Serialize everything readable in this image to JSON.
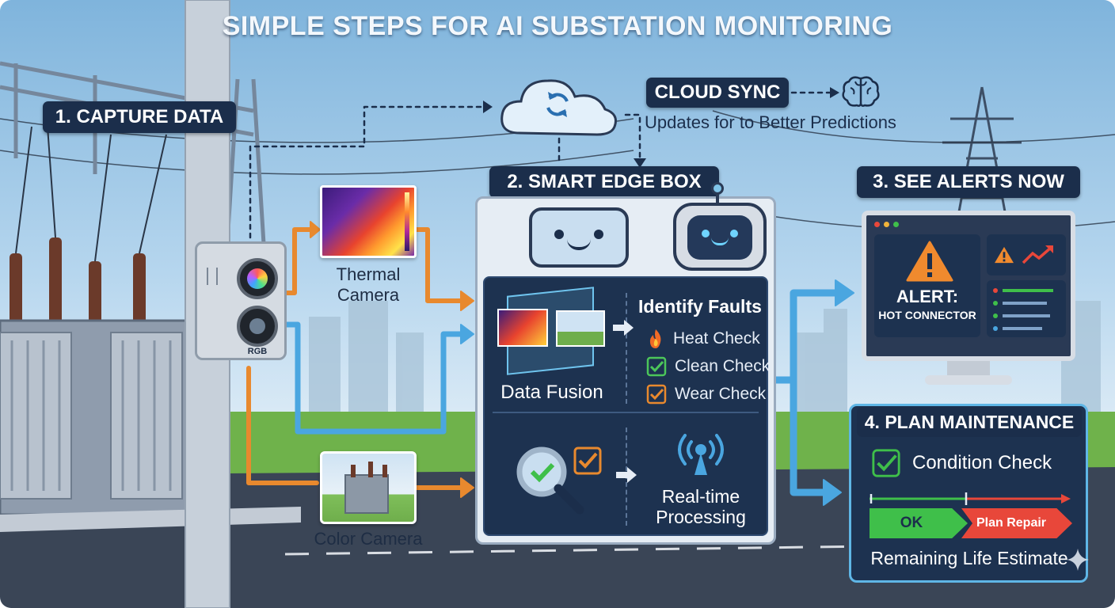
{
  "title": "SIMPLE STEPS FOR AI SUBSTATION MONITORING",
  "colors": {
    "navy": "#1b2e4b",
    "accent_blue": "#4aa6e0",
    "accent_orange": "#e8892e",
    "ok_green": "#3fbf4a",
    "repair_red": "#e8473a"
  },
  "step1": {
    "label": "1. CAPTURE DATA",
    "camera_tag": "RGB",
    "thermal_label_line1": "Thermal",
    "thermal_label_line2": "Camera",
    "color_label": "Color Camera"
  },
  "cloud": {
    "label": "CLOUD SYNC",
    "caption": "Updates for to Better Predictions",
    "icon": "sync-icon",
    "brain_icon": "brain-icon"
  },
  "step2": {
    "label": "2. SMART EDGE BOX",
    "fusion_label": "Data Fusion",
    "faults_title": "Identify Faults",
    "checks": [
      {
        "icon": "flame-icon",
        "label": "Heat Check"
      },
      {
        "icon": "check-icon",
        "label": "Clean Check"
      },
      {
        "icon": "check-icon",
        "label": "Wear Check"
      }
    ],
    "processing_line1": "Real-time",
    "processing_line2": "Processing"
  },
  "step3": {
    "label": "3. SEE ALERTS NOW",
    "alert_title": "ALERT:",
    "alert_detail": "HOT CONNECTOR"
  },
  "step4": {
    "label": "4. PLAN MAINTENANCE",
    "condition": "Condition Check",
    "ok": "OK",
    "repair": "Plan Repair",
    "life": "Remaining Life Estimate"
  }
}
